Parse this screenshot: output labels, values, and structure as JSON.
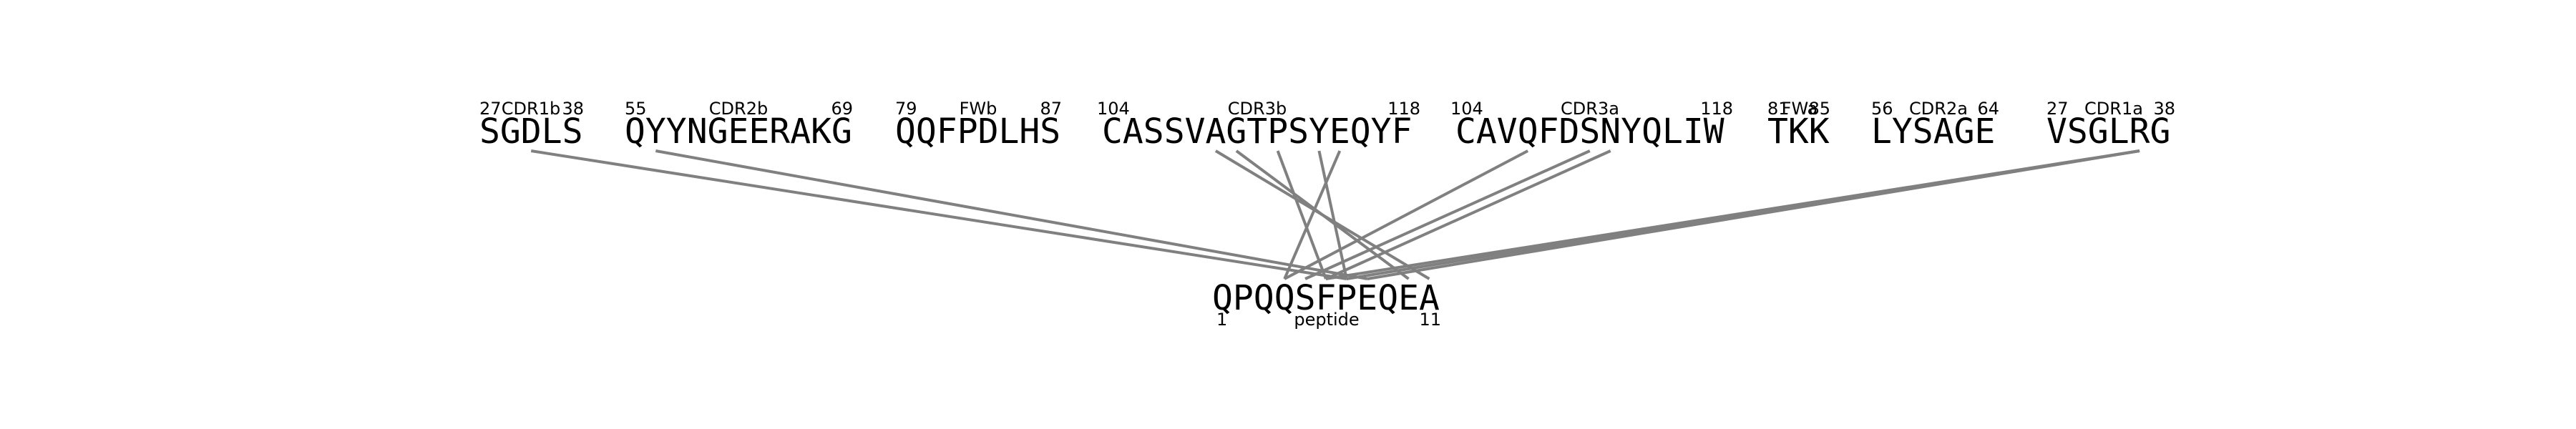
{
  "colors": {
    "background": "#ffffff",
    "text": "#000000",
    "link": "#808080"
  },
  "segments": [
    {
      "id": "cdr1b",
      "sequence": "SGDLS",
      "name": "CDR1b",
      "start": "27",
      "end": "38"
    },
    {
      "id": "cdr2b",
      "sequence": "QYYNGEERAKG",
      "name": "CDR2b",
      "start": "55",
      "end": "69"
    },
    {
      "id": "fwb",
      "sequence": "QQFPDLHS",
      "name": "FWb",
      "start": "79",
      "end": "87"
    },
    {
      "id": "cdr3b",
      "sequence": "CASSVAGTPSYEQYF",
      "name": "CDR3b",
      "start": "104",
      "end": "118"
    },
    {
      "id": "cdr3a",
      "sequence": "CAVQFDSNYQLIW",
      "name": "CDR3a",
      "start": "104",
      "end": "118"
    },
    {
      "id": "fwa",
      "sequence": "TKK",
      "name": "FWa",
      "start": "81",
      "end": "85"
    },
    {
      "id": "cdr2a",
      "sequence": "LYSAGE",
      "name": "CDR2a",
      "start": "56",
      "end": "64"
    },
    {
      "id": "cdr1a",
      "sequence": "VSGLRG",
      "name": "CDR1a",
      "start": "27",
      "end": "38"
    }
  ],
  "peptide": {
    "sequence": "QPQQSFPEQEA",
    "name": "peptide",
    "start": "1",
    "end": "11"
  },
  "contacts": [
    {
      "segment": "cdr1b",
      "residue": 2,
      "peptide_residue": 6
    },
    {
      "segment": "cdr2b",
      "residue": 1,
      "peptide_residue": 7
    },
    {
      "segment": "cdr3b",
      "residue": 5,
      "peptide_residue": 10
    },
    {
      "segment": "cdr3b",
      "residue": 6,
      "peptide_residue": 9
    },
    {
      "segment": "cdr3b",
      "residue": 8,
      "peptide_residue": 5
    },
    {
      "segment": "cdr3b",
      "residue": 10,
      "peptide_residue": 6
    },
    {
      "segment": "cdr3b",
      "residue": 11,
      "peptide_residue": 3
    },
    {
      "segment": "cdr3a",
      "residue": 3,
      "peptide_residue": 3
    },
    {
      "segment": "cdr3a",
      "residue": 6,
      "peptide_residue": 4
    },
    {
      "segment": "cdr3a",
      "residue": 7,
      "peptide_residue": 5
    },
    {
      "segment": "cdr1a",
      "residue": 4,
      "peptide_residue": 5
    },
    {
      "segment": "cdr1a",
      "residue": 4,
      "peptide_residue": 6
    },
    {
      "segment": "cdr1a",
      "residue": 4,
      "peptide_residue": 7
    }
  ]
}
